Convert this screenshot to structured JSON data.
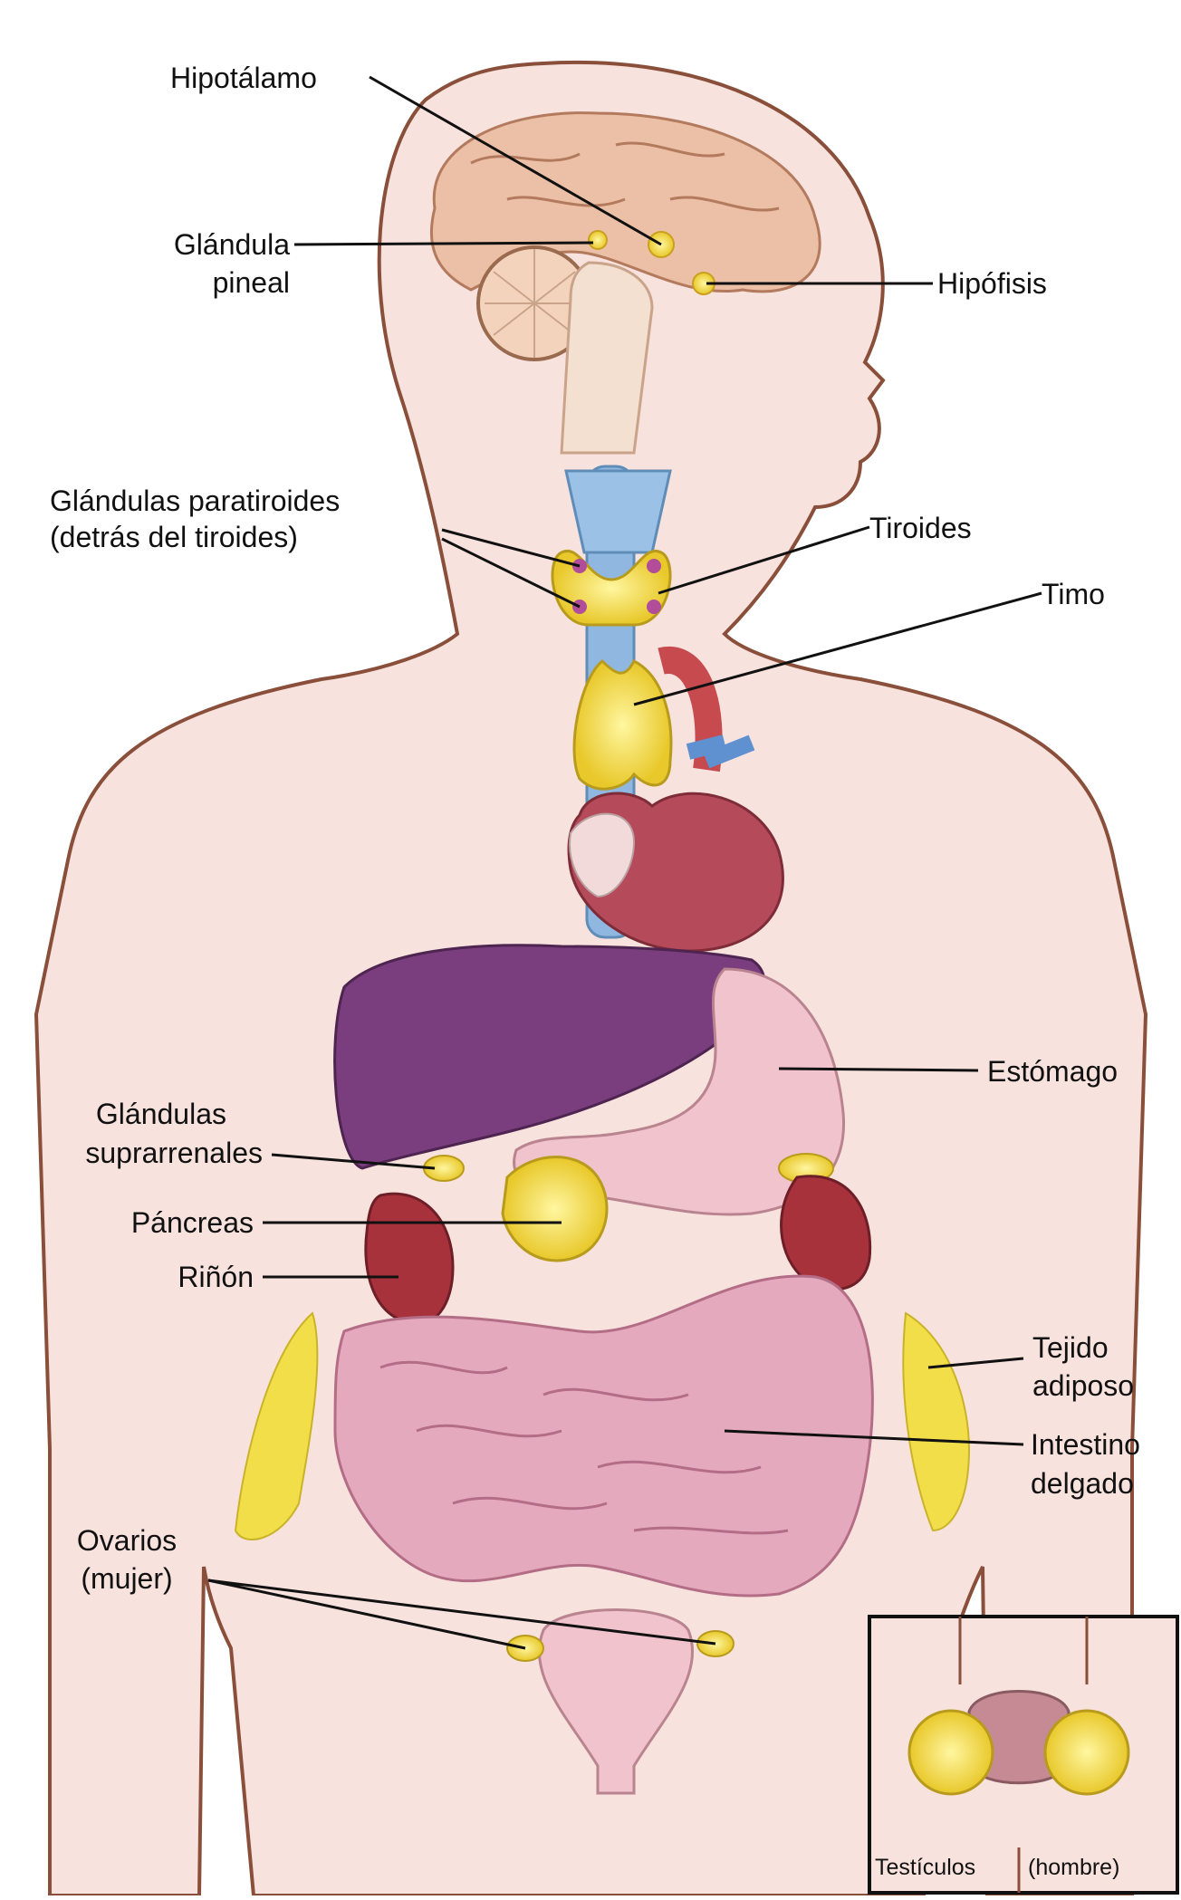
{
  "labels": {
    "hipotalamo": "Hipotálamo",
    "glandula_pineal_1": "Glándula",
    "glandula_pineal_2": "pineal",
    "hipofisis": "Hipófisis",
    "paratiroides_1": "Glándulas paratiroides",
    "paratiroides_2": "(detrás del tiroides)",
    "tiroides": "Tiroides",
    "timo": "Timo",
    "estomago": "Estómago",
    "suprarrenales_1": "Glándulas",
    "suprarrenales_2": "suprarrenales",
    "pancreas": "Páncreas",
    "rinon": "Riñón",
    "tejido_1": "Tejido",
    "tejido_2": "adiposo",
    "intestino_1": "Intestino",
    "intestino_2": "delgado",
    "ovarios_1": "Ovarios",
    "ovarios_2": "(mujer)"
  },
  "inset": {
    "caption_left": "Testículos",
    "caption_right": "(hombre)"
  },
  "colors": {
    "skin": "#f8e2dd",
    "skin_outline": "#8a4f3a",
    "brain": "#ecc0a6",
    "gland": "#f4de3e",
    "liver": "#7a3e7e",
    "heart": "#b54a5a",
    "kidney": "#a8323c",
    "intestine": "#e5a9bd",
    "stomach": "#f0c3cd",
    "vessel": "#74a9d8"
  }
}
